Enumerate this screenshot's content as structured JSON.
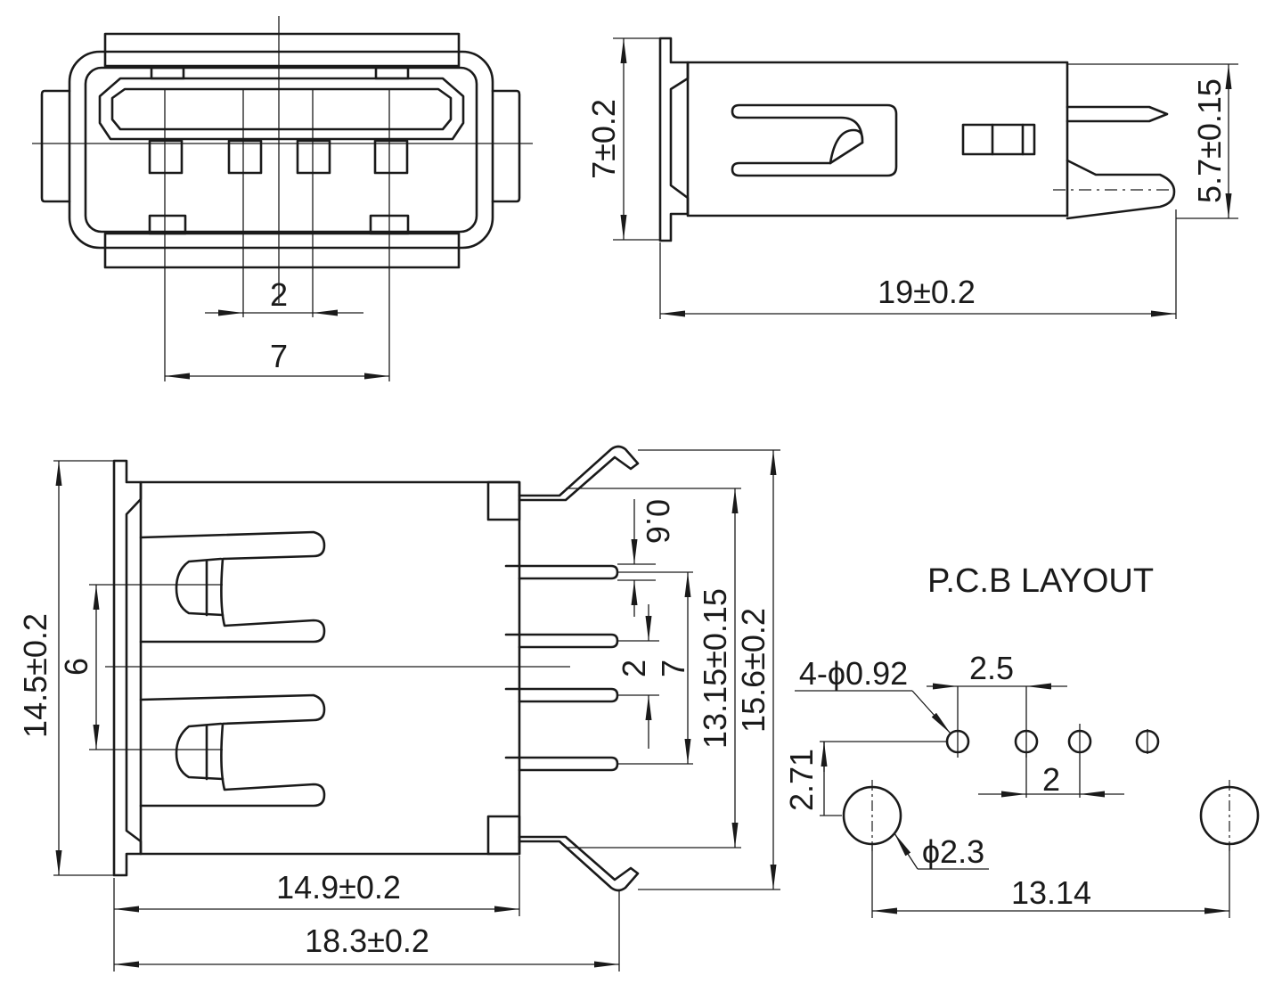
{
  "front_view": {
    "dims": {
      "pin_pitch": "2",
      "outer_pin_span": "7"
    }
  },
  "side_view": {
    "dims": {
      "height": "7±0.2",
      "pin_height": "5.7±0.15",
      "length": "19±0.2"
    }
  },
  "top_view": {
    "dims": {
      "body_width": "14.5±0.2",
      "spring_span": "6",
      "pin_width": "0.6",
      "pin_pitch": "2",
      "outer_pin_span": "7",
      "tab_span": "13.15±0.15",
      "overall_width": "15.6±0.2",
      "body_length": "14.9±0.2",
      "overall_length": "18.3±0.2"
    }
  },
  "pcb_layout": {
    "title": "P.C.B LAYOUT",
    "dims": {
      "small_holes": "4-ϕ0.92",
      "pitch_a": "2.5",
      "pitch_b": "2",
      "row_offset": "2.71",
      "large_holes": "ϕ2.3",
      "large_span": "13.14"
    }
  }
}
